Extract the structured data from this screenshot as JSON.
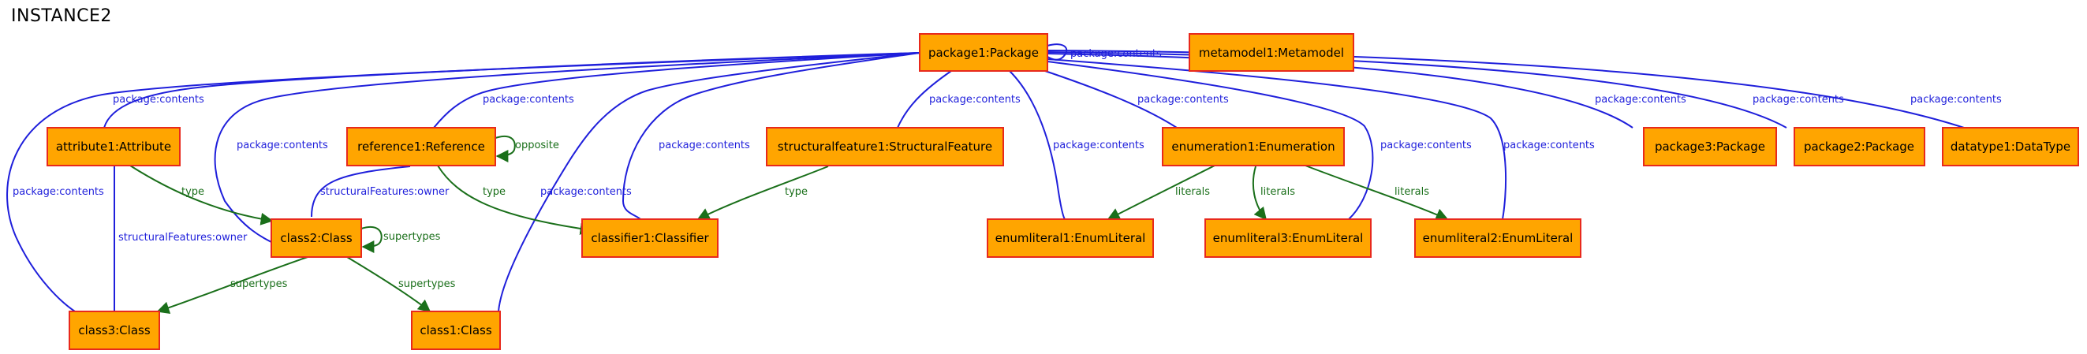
{
  "title": "INSTANCE2",
  "colors": {
    "node_fill": "#ffa500",
    "node_border": "#e8291c",
    "containment_edge": "#1f1fdb",
    "reference_edge": "#1a6f1a"
  },
  "nodes": {
    "package1": "package1:Package",
    "metamodel1": "metamodel1:Metamodel",
    "attribute1": "attribute1:Attribute",
    "reference1": "reference1:Reference",
    "structuralfeature1": "structuralfeature1:StructuralFeature",
    "enumeration1": "enumeration1:Enumeration",
    "package3": "package3:Package",
    "package2": "package2:Package",
    "datatype1": "datatype1:DataType",
    "class2": "class2:Class",
    "classifier1": "classifier1:Classifier",
    "enumliteral1": "enumliteral1:EnumLiteral",
    "enumliteral3": "enumliteral3:EnumLiteral",
    "enumliteral2": "enumliteral2:EnumLiteral",
    "class3": "class3:Class",
    "class1": "class1:Class"
  },
  "labels": {
    "package_contents": "package:contents",
    "opposite": "opposite",
    "type": "type",
    "structural_features_owner": "structuralFeatures:owner",
    "supertypes": "supertypes",
    "literals": "literals"
  }
}
